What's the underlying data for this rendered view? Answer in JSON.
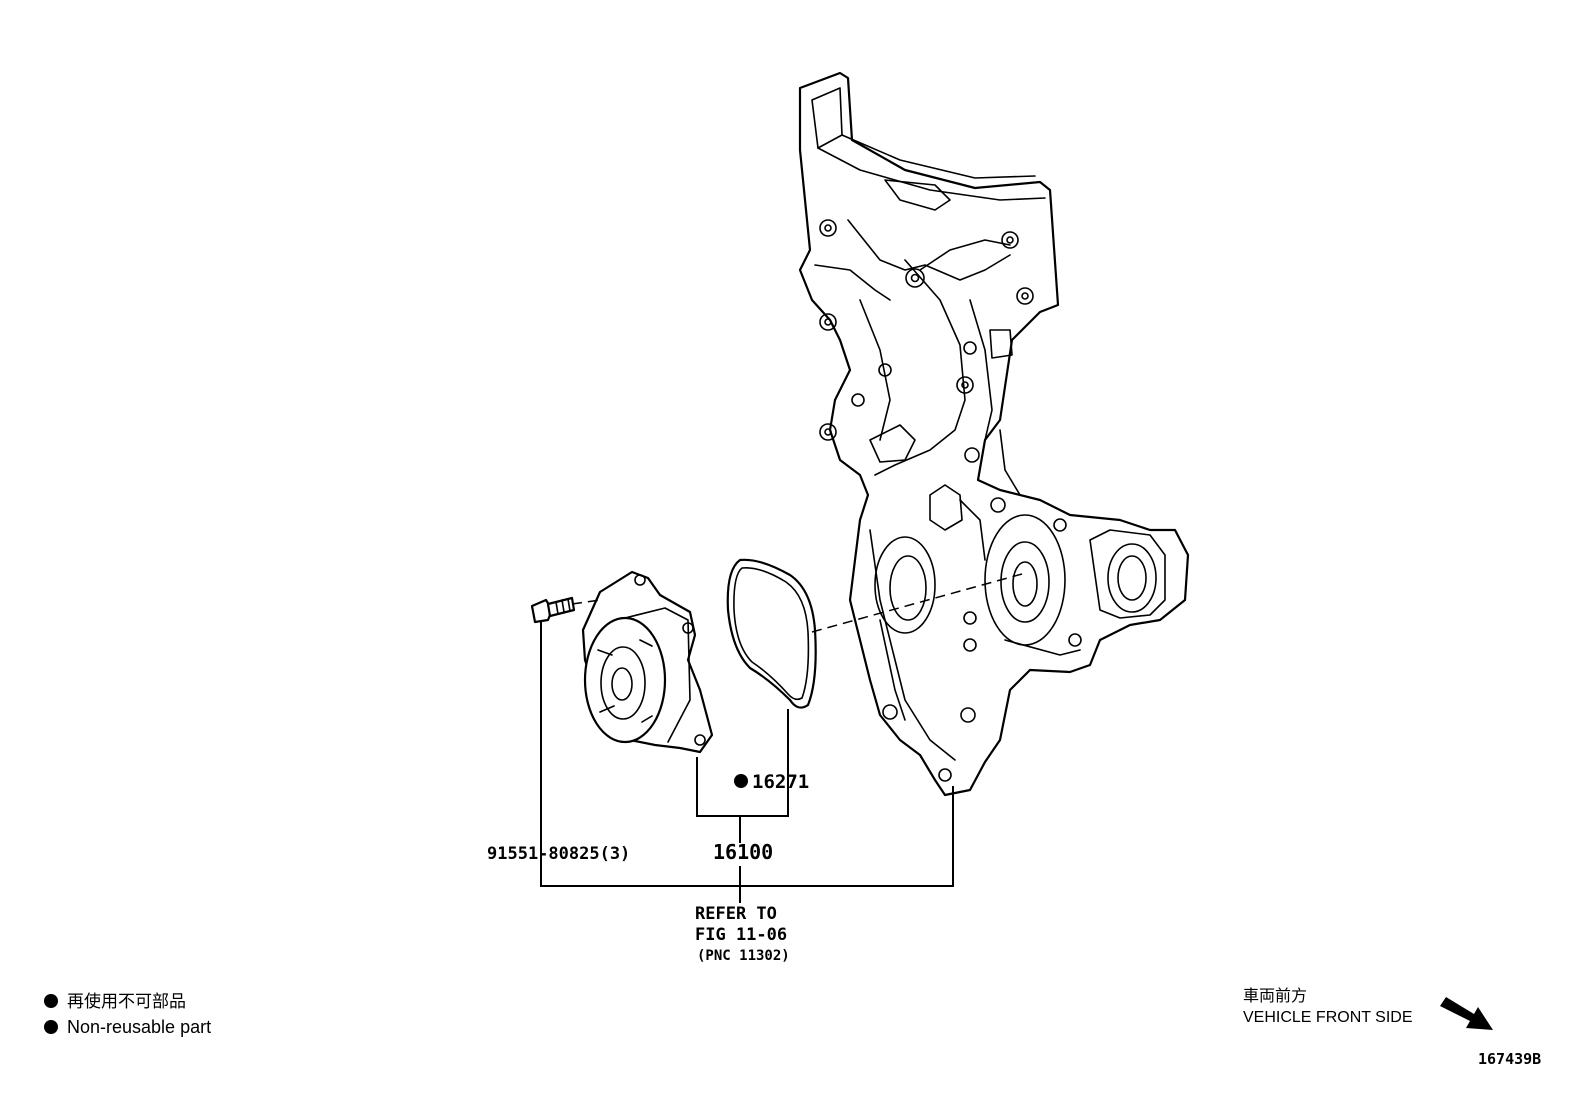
{
  "parts": {
    "bolt_label": "91551-80825(3)",
    "gasket_label": "16271",
    "pump_label": "16100",
    "refer_line1": "REFER TO",
    "refer_line2": "FIG 11-06",
    "refer_line3": "(PNC 11302)"
  },
  "legend": {
    "jp": "再使用不可部品",
    "en": "Non-reusable part"
  },
  "orientation": {
    "jp": "車両前方",
    "en": "VEHICLE FRONT SIDE"
  },
  "illustration_id": "167439B"
}
